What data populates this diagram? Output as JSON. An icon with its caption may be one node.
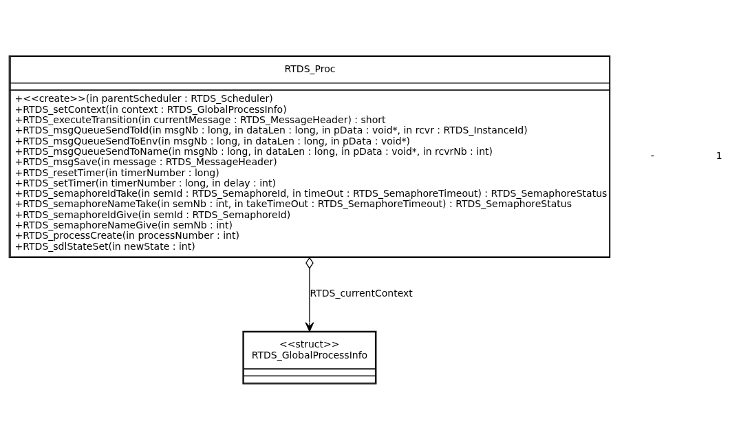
{
  "diagram": {
    "nodes": [
      {
        "text": [
          "RTDS_Proc",
          "+<<create>>(in parentScheduler : RTDS_Scheduler)",
          "+RTDS_setContext(in context : RTDS_GlobalProcessInfo)",
          "+RTDS_executeTransition(in currentMessage : RTDS_MessageHeader) : short",
          "+RTDS_msgQueueSendToId(in msgNb : long, in dataLen : long, in pData : void*, in rcvr : RTDS_InstanceId)",
          "+RTDS_msgQueueSendToEnv(in msgNb : long, in dataLen : long, in pData : void*)",
          "+RTDS_msgQueueSendToName(in msgNb : long, in dataLen : long, in pData : void*, in rcvrNb : int)",
          "+RTDS_msgSave(in message : RTDS_MessageHeader)",
          "+RTDS_resetTimer(in timerNumber : long)",
          "+RTDS_setTimer(in timerNumber : long, in delay : int)",
          "+RTDS_semaphoreIdTake(in semId : RTDS_SemaphoreId, in timeOut : RTDS_SemaphoreTimeout) : RTDS_SemaphoreStatus",
          "+RTDS_semaphoreNameTake(in semNb : int, in takeTimeOut : RTDS_SemaphoreTimeout) : RTDS_SemaphoreStatus",
          "+RTDS_semaphoreIdGive(in semId : RTDS_SemaphoreId)",
          "+RTDS_semaphoreNameGive(in semNb : int)",
          "+RTDS_processCreate(in processNumber : int)",
          "+RTDS_sdlStateSet(in newState : int)"
        ]
      },
      {
        "text": [
          "<<struct>>",
          "RTDS_GlobalProcessInfo"
        ]
      }
    ],
    "edges": [
      {
        "from": 0,
        "to": 1,
        "arrow": "to",
        "label": "RTDS_currentContext"
      }
    ],
    "labels": [
      "-",
      "1"
    ]
  }
}
